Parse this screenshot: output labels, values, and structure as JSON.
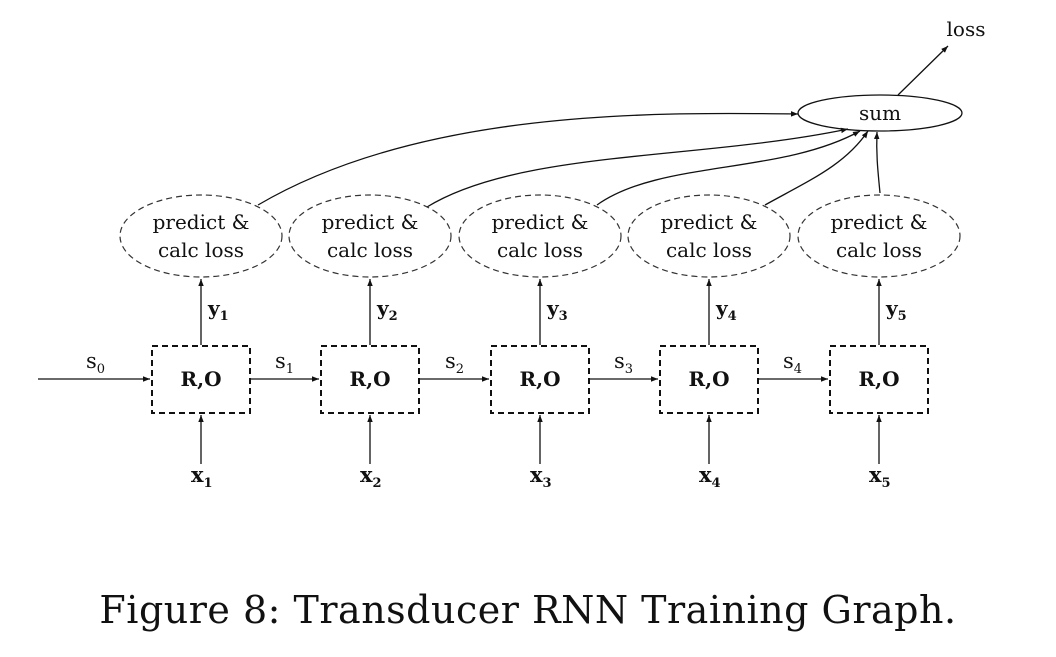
{
  "diagram": {
    "state_labels": [
      "s",
      "s",
      "s",
      "s",
      "s"
    ],
    "state_subscripts": [
      "0",
      "1",
      "2",
      "3",
      "4"
    ],
    "cell_label": "R,O",
    "input_labels": [
      "x",
      "x",
      "x",
      "x",
      "x"
    ],
    "input_subscripts": [
      "1",
      "2",
      "3",
      "4",
      "5"
    ],
    "output_labels": [
      "y",
      "y",
      "y",
      "y",
      "y"
    ],
    "output_subscripts": [
      "1",
      "2",
      "3",
      "4",
      "5"
    ],
    "predict_line1": "predict &",
    "predict_line2": "calc loss",
    "sum_label": "sum",
    "loss_label": "loss"
  },
  "caption": "Figure 8:  Transducer RNN Training Graph."
}
